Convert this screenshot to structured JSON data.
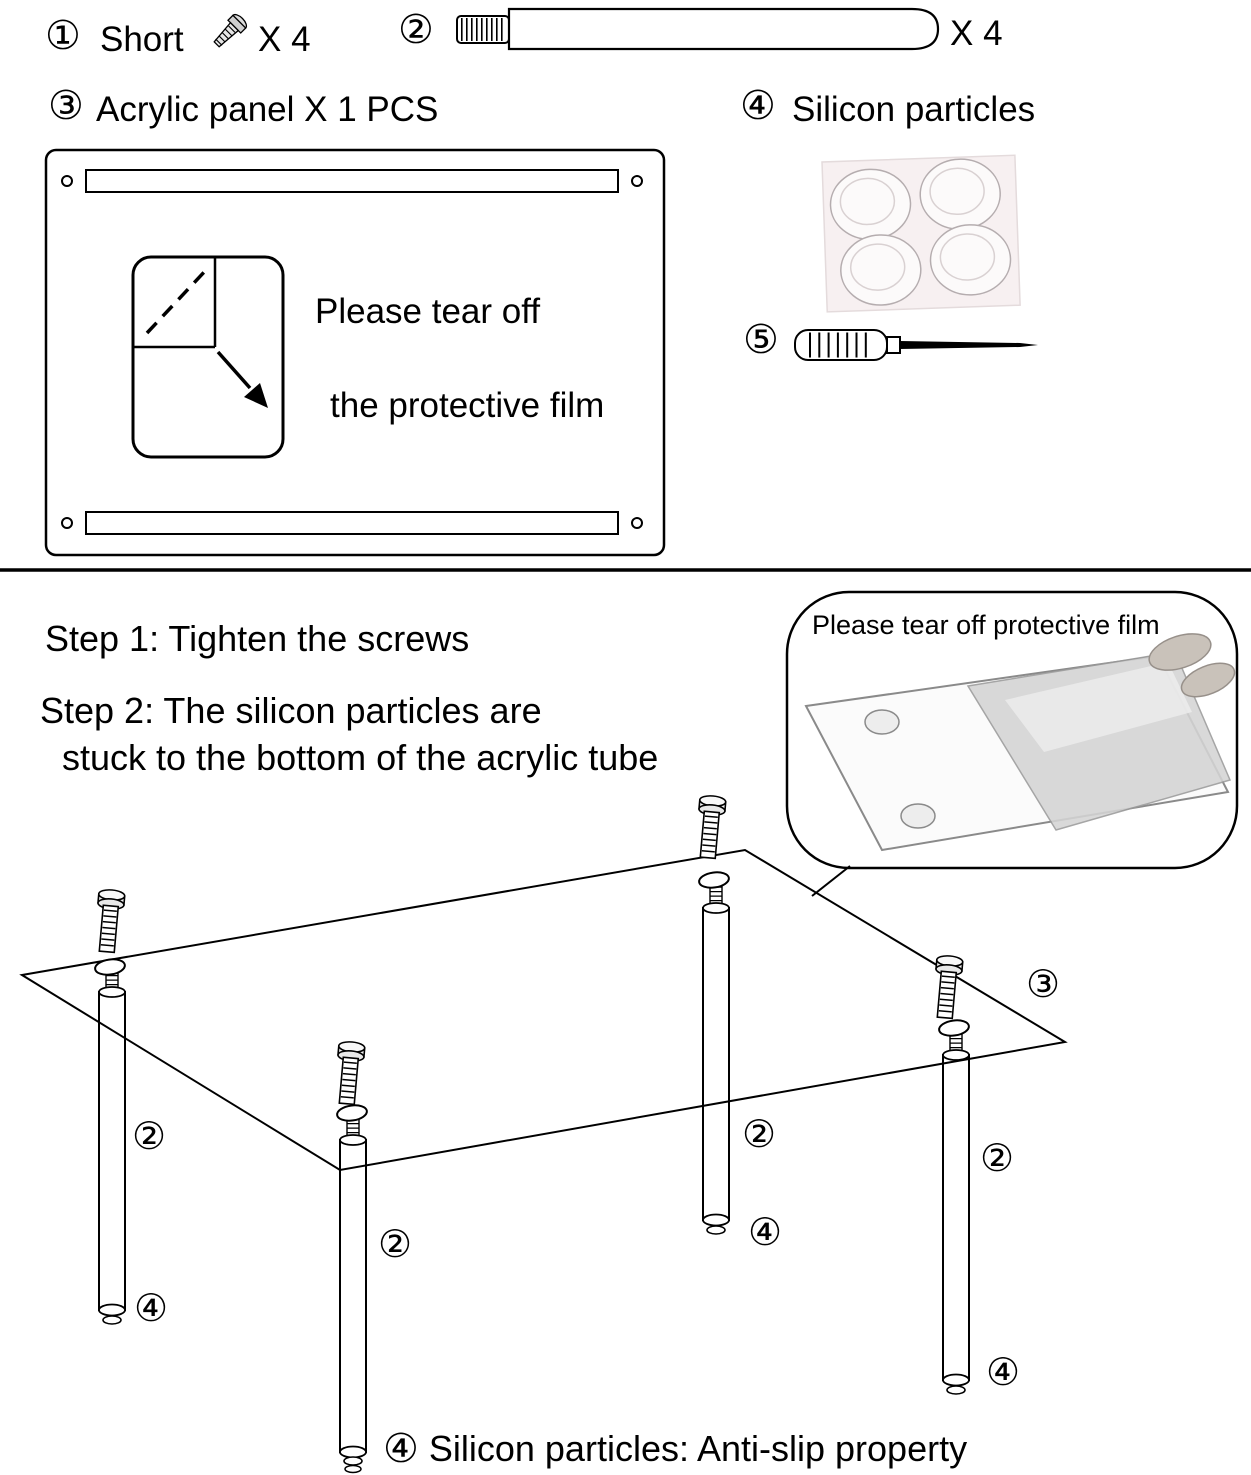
{
  "parts": {
    "p1": {
      "num": "①",
      "label": "Short",
      "qty": "X 4"
    },
    "p2": {
      "num": "②",
      "qty": "X  4"
    },
    "p3": {
      "num": "③",
      "label": "Acrylic panel X 1 PCS"
    },
    "p4": {
      "num": "④",
      "label": "Silicon particles"
    },
    "p5": {
      "num": "⑤"
    }
  },
  "panel_note": {
    "line1": "Please tear off",
    "line2": "the protective film"
  },
  "steps": {
    "step1": "Step 1: Tighten the screws",
    "step2_line1": "Step 2: The silicon particles are",
    "step2_line2": "stuck to the bottom of the acrylic tube"
  },
  "callout": {
    "title": "Please tear off protective film"
  },
  "labels": {
    "panel": "③",
    "tube": "②",
    "pad": "④"
  },
  "footer": {
    "num": "④",
    "text": "Silicon particles: Anti-slip property"
  },
  "colors": {
    "ink": "#000000",
    "sheet_bg": "#f7f0f1",
    "film_gray": "#d4d4d4"
  },
  "icons": {
    "short_screw": "screw-icon",
    "acrylic_tube": "tube-icon",
    "screwdriver": "screwdriver-icon",
    "peel_film": "peel-film-icon",
    "silicon_pads": "silicon-pads-icon"
  }
}
